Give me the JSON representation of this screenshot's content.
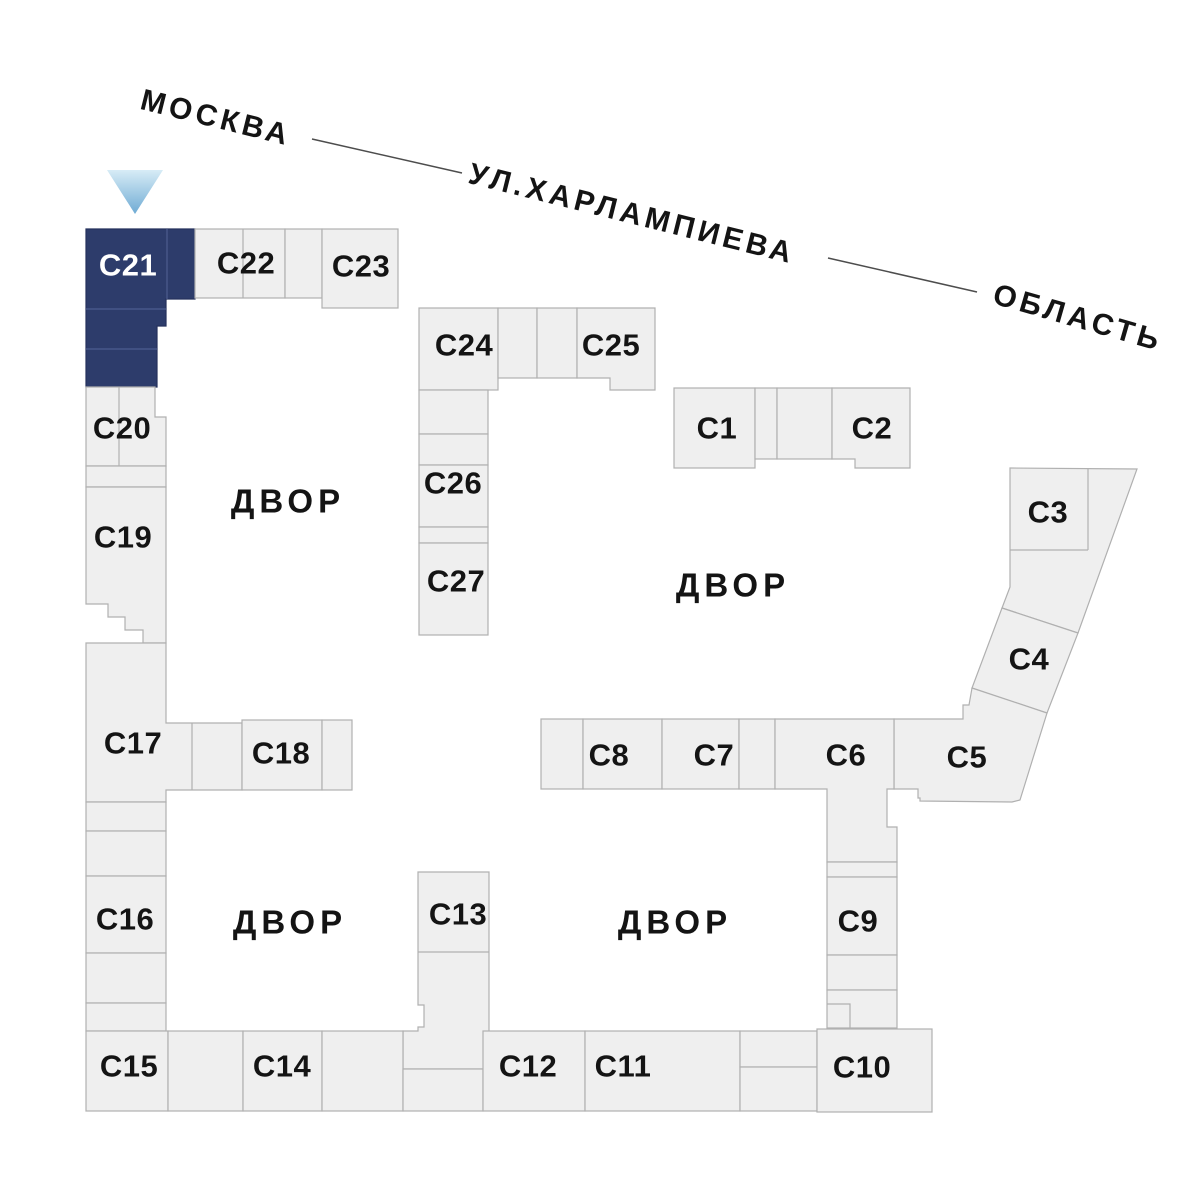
{
  "streets": {
    "moscow": {
      "label": "МОСКВА"
    },
    "kharlampieva": {
      "label": "УЛ.ХАРЛАМПИЕВА"
    },
    "oblast": {
      "label": "ОБЛАСТЬ"
    }
  },
  "courtyards": [
    {
      "label": "ДВОР"
    },
    {
      "label": "ДВОР"
    },
    {
      "label": "ДВОР"
    },
    {
      "label": "ДВОР"
    }
  ],
  "marker": {
    "points_to": "С21"
  },
  "colors": {
    "background": "#ffffff",
    "block_fill": "#efefef",
    "block_border": "#b0b0b0",
    "highlight_fill": "#2d3c6b",
    "highlight_border": "#25315c",
    "label_color": "#141414",
    "highlight_label_color": "#ffffff",
    "marker_gradient_top": "#d7ecf6",
    "marker_gradient_bottom": "#6fabd4",
    "street_line_color": "#4d4d4d"
  },
  "buildings": {
    "c1": {
      "label": "С1",
      "highlighted": false
    },
    "c2": {
      "label": "С2",
      "highlighted": false
    },
    "c3": {
      "label": "С3",
      "highlighted": false
    },
    "c4": {
      "label": "С4",
      "highlighted": false
    },
    "c5": {
      "label": "С5",
      "highlighted": false
    },
    "c6": {
      "label": "С6",
      "highlighted": false
    },
    "c7": {
      "label": "С7",
      "highlighted": false
    },
    "c8": {
      "label": "С8",
      "highlighted": false
    },
    "c9": {
      "label": "С9",
      "highlighted": false
    },
    "c10": {
      "label": "С10",
      "highlighted": false
    },
    "c11": {
      "label": "С11",
      "highlighted": false
    },
    "c12": {
      "label": "С12",
      "highlighted": false
    },
    "c13": {
      "label": "С13",
      "highlighted": false
    },
    "c14": {
      "label": "С14",
      "highlighted": false
    },
    "c15": {
      "label": "С15",
      "highlighted": false
    },
    "c16": {
      "label": "С16",
      "highlighted": false
    },
    "c17": {
      "label": "С17",
      "highlighted": false
    },
    "c18": {
      "label": "С18",
      "highlighted": false
    },
    "c19": {
      "label": "С19",
      "highlighted": false
    },
    "c20": {
      "label": "С20",
      "highlighted": false
    },
    "c21": {
      "label": "С21",
      "highlighted": true
    },
    "c22": {
      "label": "С22",
      "highlighted": false
    },
    "c23": {
      "label": "С23",
      "highlighted": false
    },
    "c24": {
      "label": "С24",
      "highlighted": false
    },
    "c25": {
      "label": "С25",
      "highlighted": false
    },
    "c26": {
      "label": "С26",
      "highlighted": false
    },
    "c27": {
      "label": "С27",
      "highlighted": false
    }
  }
}
